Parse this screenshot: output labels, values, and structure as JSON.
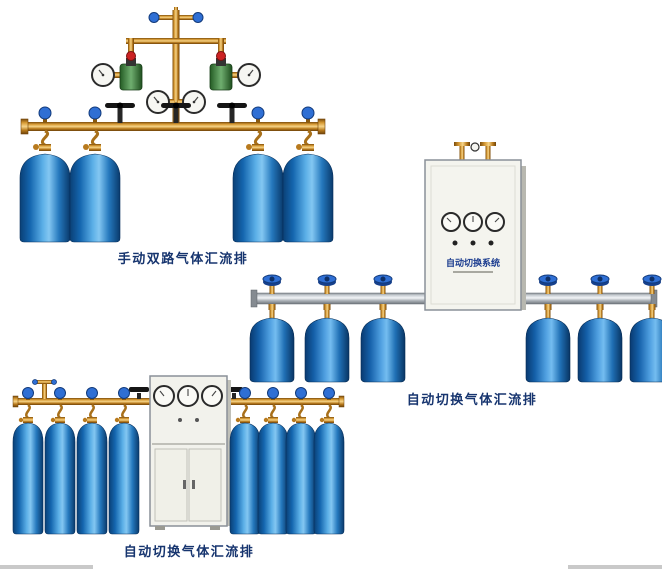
{
  "page": {
    "background": "#ffffff",
    "bottom_border_color": "#c9c9c9"
  },
  "figures": [
    {
      "name": "manual-dual-line-gas-manifold",
      "caption": "手动双路气体汇流排",
      "cylinders": 4
    },
    {
      "name": "auto-switch-gas-manifold-wall-cabinet",
      "caption": "自动切换气体汇流排",
      "cabinet_label": "自动切换系统",
      "cylinders": 6
    },
    {
      "name": "auto-switch-gas-manifold-floor-cabinet",
      "caption": "自动切换气体汇流排",
      "cylinders": 8
    }
  ],
  "colors": {
    "caption_text": "#17356f",
    "cylinder_blue": "#1f6fbe",
    "brass_pipe": "#c88a28",
    "cabinet_body": "#f3f3ed",
    "pipe_silver": "#c6ccd2",
    "valve_knob_blue": "#2f6fd4",
    "valve_handle_black": "#161616",
    "regulator_green": "#4c8f4c"
  }
}
